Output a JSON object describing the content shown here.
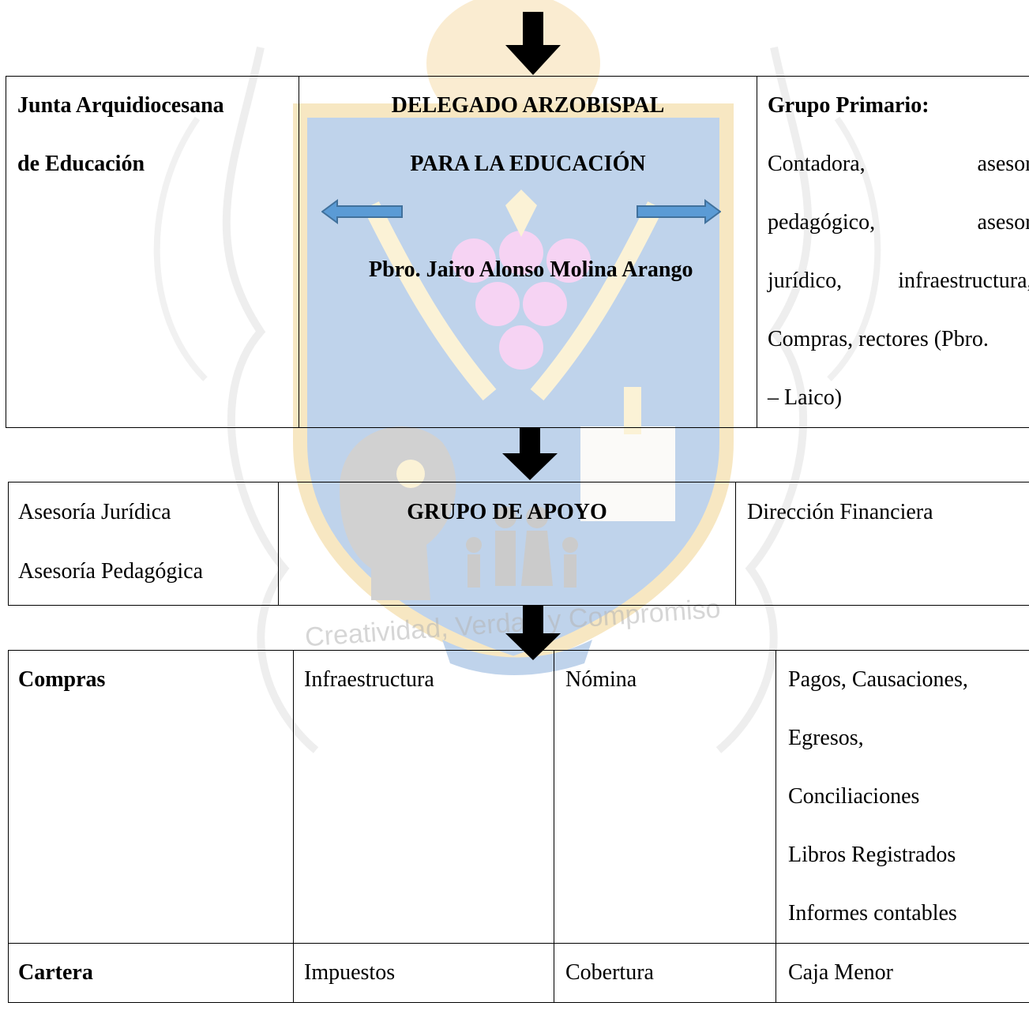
{
  "org_chart": {
    "level1": {
      "left": [
        "Junta Arquidiocesana",
        "de Educación"
      ],
      "center": [
        "DELEGADO ARZOBISPAL",
        "PARA LA EDUCACIÓN",
        "Pbro. Jairo Alonso Molina Arango"
      ],
      "right_title": "Grupo Primario:",
      "right_lines": [
        [
          "Contadora,",
          "asesor"
        ],
        [
          "pedagógico,",
          "asesor"
        ],
        [
          "jurídico,",
          "infraestructura,"
        ],
        [
          "Compras, rectores (Pbro."
        ],
        [
          "– Laico)"
        ]
      ]
    },
    "level2": {
      "left": [
        "Asesoría Jurídica",
        "Asesoría Pedagógica"
      ],
      "center": "GRUPO DE APOYO",
      "right": "Dirección Financiera"
    },
    "level3": {
      "row1": {
        "col1": "Compras",
        "col2": "Infraestructura",
        "col3": "Nómina",
        "col4": [
          "Pagos, Causaciones,",
          "Egresos,",
          "Conciliaciones",
          "Libros Registrados",
          "Informes contables"
        ]
      },
      "row2": {
        "col1": "Cartera",
        "col2": "Impuestos",
        "col3": "Cobertura",
        "col4": "Caja Menor"
      }
    }
  },
  "watermark": {
    "motto": "Creatividad, Verdad y Compromiso"
  },
  "colors": {
    "side_arrow_fill": "#5b9bd5",
    "side_arrow_stroke": "#41719c",
    "shield_blue": "#2e6fc0",
    "shield_gold": "#e8b23a",
    "grapes": "#e36fd8"
  }
}
